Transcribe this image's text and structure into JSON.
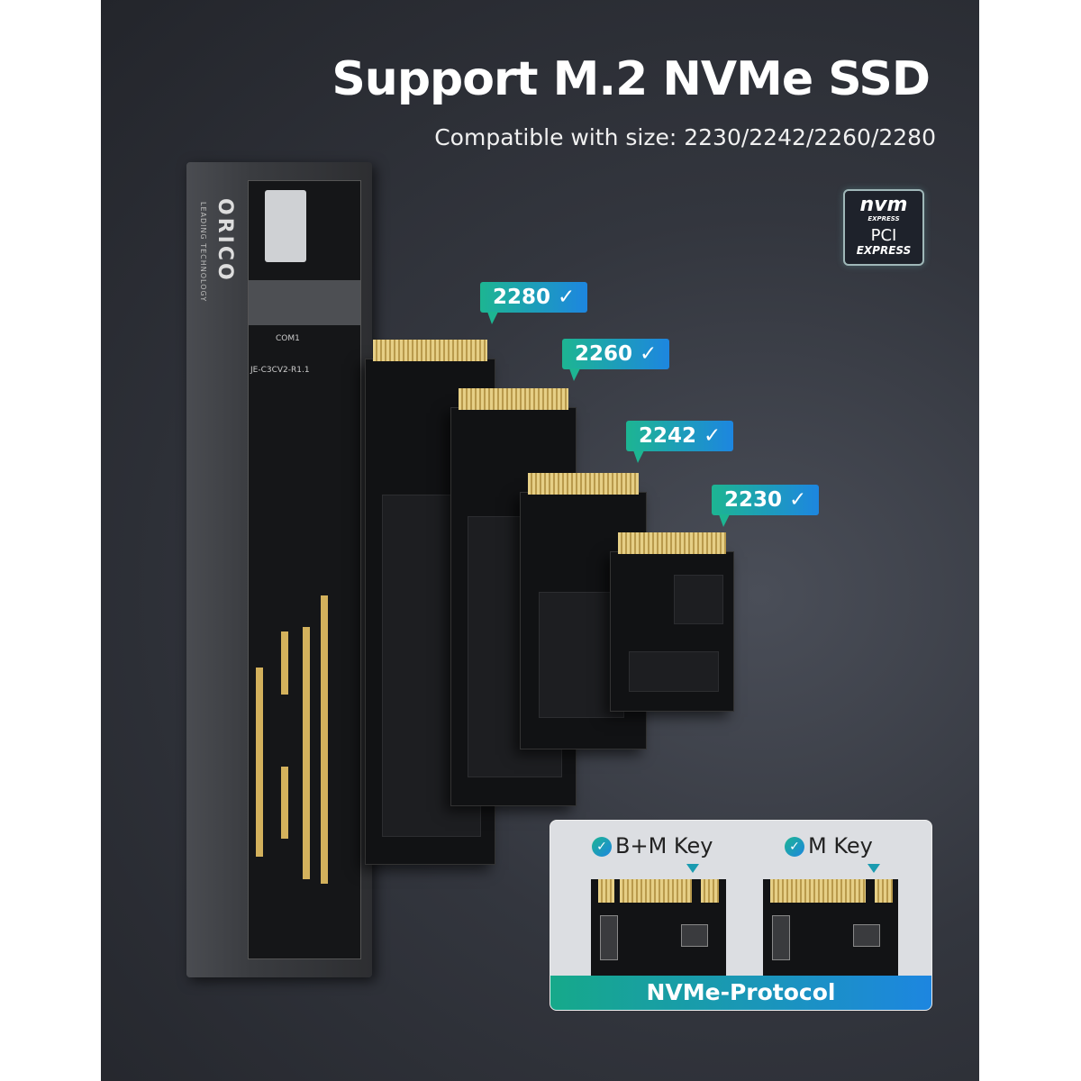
{
  "header": {
    "title": "Support M.2 NVMe SSD",
    "subtitle": "Compatible with size: 2230/2242/2260/2280"
  },
  "logo": {
    "nvm": "nvm",
    "express_small": "EXPRESS",
    "pci": "PCI",
    "express": "EXPRESS"
  },
  "enclosure": {
    "brand": "ORICO",
    "tagline": "LEADING TECHNOLOGY",
    "label_com": "COM1",
    "label_board": "JE-C3CV2-R1.1"
  },
  "sizes": [
    {
      "label": "2280"
    },
    {
      "label": "2260"
    },
    {
      "label": "2242"
    },
    {
      "label": "2230"
    }
  ],
  "check_glyph": "✓",
  "panel": {
    "keys": [
      {
        "label": "B+M Key"
      },
      {
        "label": "M Key"
      }
    ],
    "protocol": "NVMe-Protocol"
  },
  "colors": {
    "badge_start": "#1db592",
    "badge_end": "#1d86e0",
    "background": "#2b2d33"
  }
}
